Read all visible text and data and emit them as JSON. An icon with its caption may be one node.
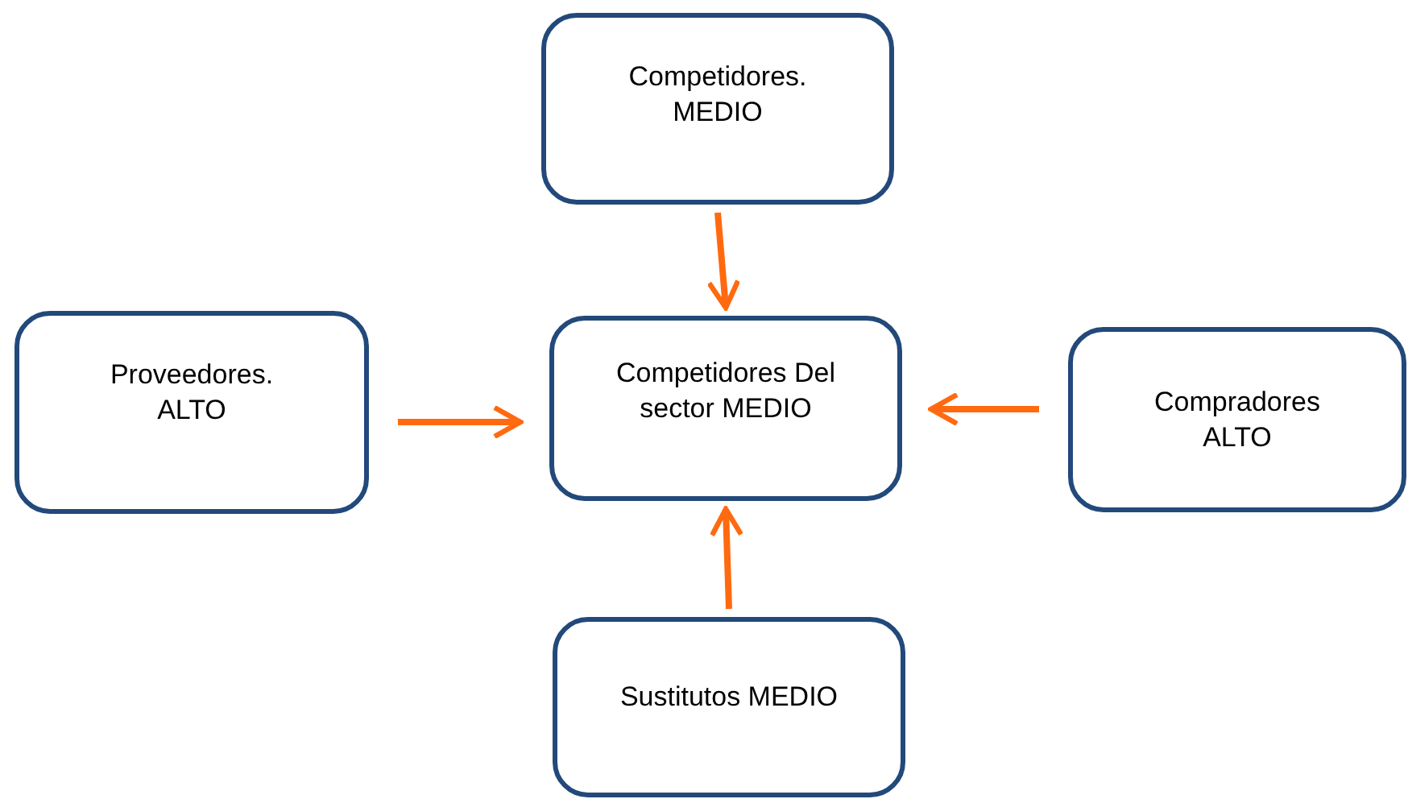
{
  "diagram": {
    "nodes": [
      {
        "text": [
          "Competidores. MEDIO"
        ]
      },
      {
        "text": [
          "Proveedores. ALTO"
        ]
      },
      {
        "text": [
          "Competidores Del sector MEDIO"
        ]
      },
      {
        "text": [
          "Compradores ALTO"
        ]
      },
      {
        "text": [
          "Sustitutos MEDIO"
        ]
      }
    ],
    "edges": [
      {
        "from": 0,
        "to": 2,
        "arrow": "to"
      },
      {
        "from": 1,
        "to": 2,
        "arrow": "to"
      },
      {
        "from": 3,
        "to": 2,
        "arrow": "to"
      },
      {
        "from": 4,
        "to": 2,
        "arrow": "to"
      }
    ]
  }
}
